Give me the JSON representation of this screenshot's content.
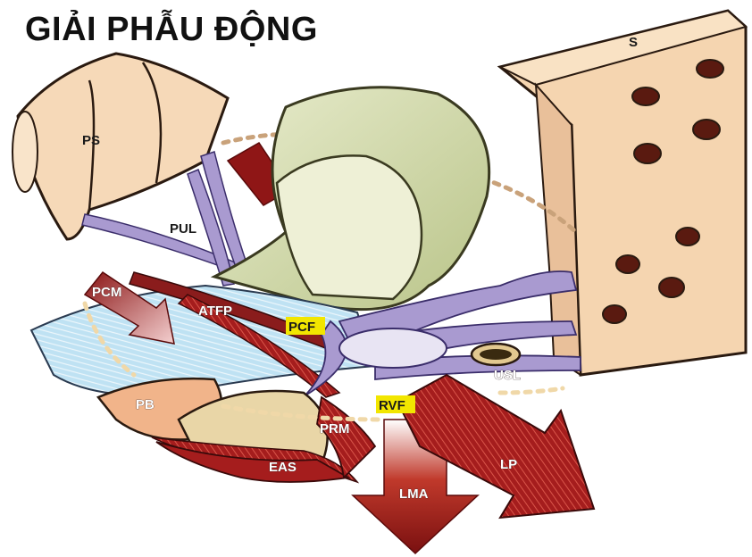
{
  "title": "GIẢI PHẪU ĐỘNG",
  "labels": {
    "ps": "PS",
    "s": "S",
    "pul": "PUL",
    "pcm": "PCM",
    "atfp": "ATFP",
    "pcf": "PCF",
    "usl": "USL",
    "pb": "PB",
    "rvf": "RVF",
    "prm": "PRM",
    "eas": "EAS",
    "lma": "LMA",
    "lp": "LP"
  },
  "colors": {
    "bone": "#f6d9b8",
    "bladder": "#d6ddb0",
    "ligament": "#a99ad0",
    "muscle": "#9e1b1b",
    "fascia": "#b8dcef",
    "highlight": "#f2e600"
  }
}
